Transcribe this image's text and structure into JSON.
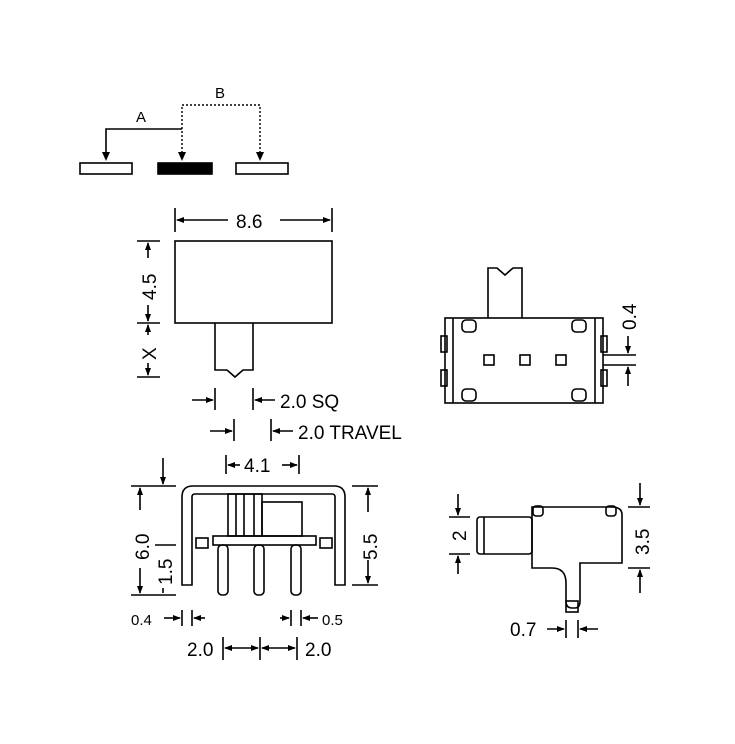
{
  "schematic": {
    "label_a": "A",
    "label_b": "B"
  },
  "top_view": {
    "width": "8.6",
    "height": "4.5",
    "travel_height": "X",
    "lever": "2.0 SQ",
    "travel": "2.0 TRAVEL"
  },
  "side_view": {
    "dim_right": "0.4"
  },
  "front_view": {
    "width": "4.1",
    "height_total": "6.0",
    "pin_height": "1.5",
    "body_height": "5.5",
    "pin_width_left": "0.4",
    "pin_width_right": "0.5",
    "pitch_left": "2.0",
    "pitch_right": "2.0"
  },
  "profile_view": {
    "lever_height": "2",
    "body_height": "3.5",
    "pin_width": "0.7"
  }
}
